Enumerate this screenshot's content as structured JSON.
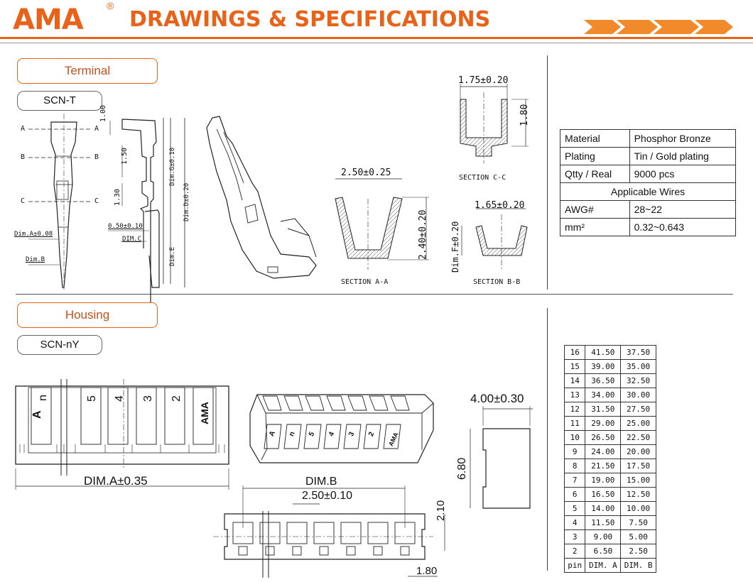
{
  "header": {
    "logo": "AMA",
    "reg": "®",
    "title": "DRAWINGS & SPECIFICATIONS"
  },
  "terminal": {
    "section_label": "Terminal",
    "part": "SCN-T",
    "labels": {
      "a": "A",
      "b": "B",
      "c": "C",
      "dim_a": "Dim.A±0.08",
      "dim_b": "Dim.B",
      "d100": "1.00",
      "d150": "1.50",
      "d130": "1.30",
      "d050": "0.50±0.10",
      "dim_c": "DIM.C",
      "dim_g": "Dim.G±0.10",
      "dim_d": "Dim.D±0.20",
      "dim_e": "Dim.E"
    },
    "sec_cc": {
      "width": "1.75±0.20",
      "height": "1.80",
      "caption": "SECTION C-C"
    },
    "sec_aa": {
      "width": "2.50±0.25",
      "height": "2.40±0.20",
      "caption": "SECTION A-A"
    },
    "sec_bb": {
      "width": "1.65±0.20",
      "height": "Dim.F±0.20",
      "caption": "SECTION B-B"
    }
  },
  "specs": {
    "rows": [
      [
        "Material",
        "Phosphor Bronze"
      ],
      [
        "Plating",
        "Tin / Gold plating"
      ],
      [
        "Qtty / Real",
        "9000 pcs"
      ]
    ],
    "applicable": "Applicable Wires",
    "wire_rows": [
      [
        "AWG#",
        "28~22"
      ],
      [
        "mm²",
        "0.32~0.643"
      ]
    ]
  },
  "housing": {
    "section_label": "Housing",
    "part": "SCN-nY",
    "front_numbers": [
      "A",
      "n",
      "5",
      "4",
      "3",
      "2",
      "AMA"
    ],
    "dim_a": "DIM.A±0.35",
    "dim_b": "DIM.B",
    "pitch": "2.50±0.10",
    "d210": "2.10",
    "d180": "1.80",
    "width": "4.00±0.30",
    "height": "6.80",
    "iso_numbers": [
      "A",
      "n",
      "5",
      "4",
      "3",
      "2",
      "AMA"
    ]
  },
  "dim_table": {
    "header": [
      "pin",
      "DIM. A",
      "DIM. B"
    ],
    "rows": [
      [
        "16",
        "41.50",
        "37.50"
      ],
      [
        "15",
        "39.00",
        "35.00"
      ],
      [
        "14",
        "36.50",
        "32.50"
      ],
      [
        "13",
        "34.00",
        "30.00"
      ],
      [
        "12",
        "31.50",
        "27.50"
      ],
      [
        "11",
        "29.00",
        "25.00"
      ],
      [
        "10",
        "26.50",
        "22.50"
      ],
      [
        "9",
        "24.00",
        "20.00"
      ],
      [
        "8",
        "21.50",
        "17.50"
      ],
      [
        "7",
        "19.00",
        "15.00"
      ],
      [
        "6",
        "16.50",
        "12.50"
      ],
      [
        "5",
        "14.00",
        "10.00"
      ],
      [
        "4",
        "11.50",
        "7.50"
      ],
      [
        "3",
        "9.00",
        "5.00"
      ],
      [
        "2",
        "6.50",
        "2.50"
      ]
    ]
  }
}
